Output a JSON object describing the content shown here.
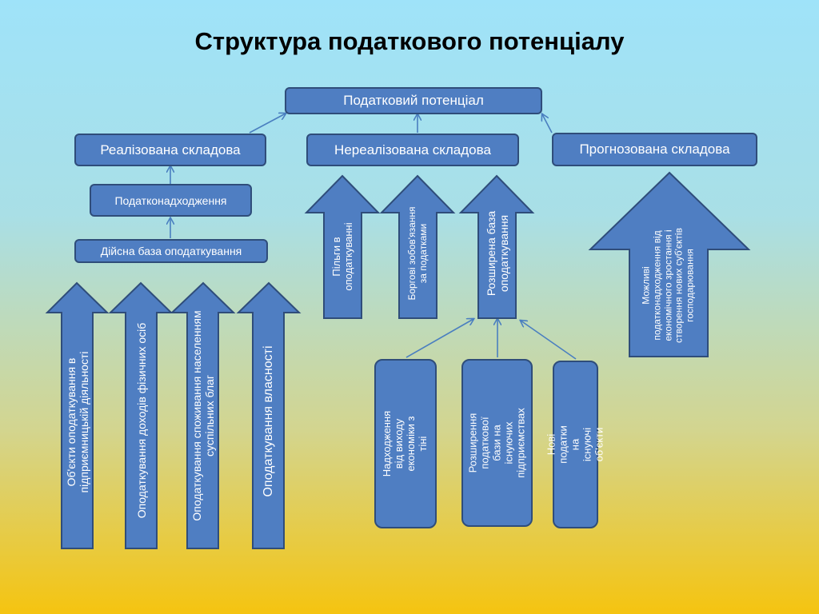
{
  "title": "Структура податкового потенціалу",
  "root": "Податковий потенціал",
  "components": {
    "realized": "Реалізована складова",
    "unrealized": "Нереалізована складова",
    "forecast": "Прогнозована складова"
  },
  "realized_chain": {
    "receipts": "Податконадходження",
    "actual_base": "Дійсна база оподаткування"
  },
  "realized_arrows": [
    "Об'єкти оподаткування в\nпідприємницькій діяльності",
    "Оподаткування доходів фізичних осіб",
    "Оподаткування споживання населенням\nсуспільних благ",
    "Оподаткування власності"
  ],
  "unrealized_arrows": [
    "Пільги в\nоподаткуванні",
    "Боргові зобов'язання\nза податками",
    "Розширена база\nоподаткування"
  ],
  "expanded_base_sources": [
    "Надходження від виходу\nекономіки з тіні",
    "Розширення податкової\nбази на існуючих\nпідприємствах",
    "Нові податки на існуючі\nоб'єкти"
  ],
  "forecast_arrow": "Можливі\nподатконадходження від\nекономічного зростання і\nстворення нових суб'єктів\nгосподарювання",
  "colors": {
    "box_fill": "#4f7ec2",
    "box_border": "#2f4d7a",
    "connector": "#4a7fc0"
  }
}
